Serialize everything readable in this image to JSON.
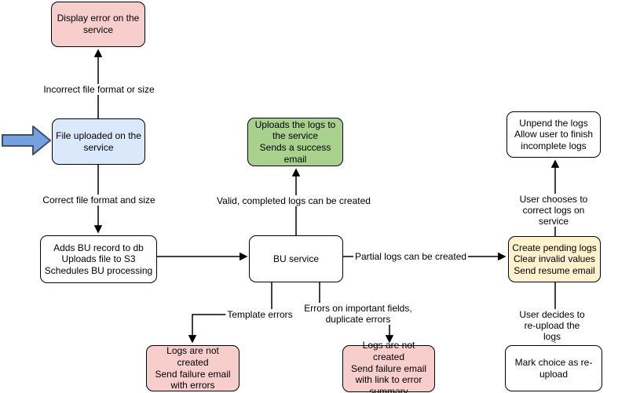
{
  "diagram": {
    "nodes": {
      "display_error": {
        "text": "Display error on the service",
        "fill": "#f8cecc"
      },
      "file_uploaded": {
        "text": "File uploaded on the service",
        "fill": "#dae8fc"
      },
      "adds_bu_record": {
        "text": "Adds BU record to db\nUploads file to S3\nSchedules BU processing",
        "fill": "#ffffff"
      },
      "upload_success": {
        "text": "Uploads the logs to the service\nSends a success email",
        "fill": "#a9d18e"
      },
      "bu_service": {
        "text": "BU service",
        "fill": "#ffffff"
      },
      "unpend_logs": {
        "text": "Unpend the logs\nAllow user to finish incomplete logs",
        "fill": "#ffffff"
      },
      "create_pending": {
        "text": "Create pending logs\nClear invalid values\nSend resume email",
        "fill": "#fff2cc"
      },
      "mark_reupload": {
        "text": "Mark choice as re-upload",
        "fill": "#ffffff"
      },
      "failure_errors": {
        "text": "Logs are not created\nSend failure email with errors",
        "fill": "#f8cecc"
      },
      "failure_summary": {
        "text": "Logs are not created\nSend failure email with link to error summary",
        "fill": "#f8cecc"
      }
    },
    "edge_labels": {
      "incorrect_format": "Incorrect file format or size",
      "correct_format": "Correct file format and size",
      "valid_logs": "Valid, completed logs can be created",
      "partial_logs": "Partial logs can be created",
      "template_errors": "Template errors",
      "important_fields": "Errors on important fields,\nduplicate errors",
      "choose_correct": "User chooses to correct logs on service",
      "decide_reupload": "User decides to re-upload the logs"
    },
    "colors": {
      "node_border": "#000000",
      "edge_stroke": "#000000",
      "status_error_fill": "#f8cecc",
      "status_success_fill": "#a9d18e",
      "status_pending_fill": "#fff2cc",
      "input_fill": "#dae8fc",
      "entry_arrow_fill": "#76a1e0",
      "entry_arrow_stroke": "#3c4d6e"
    }
  }
}
